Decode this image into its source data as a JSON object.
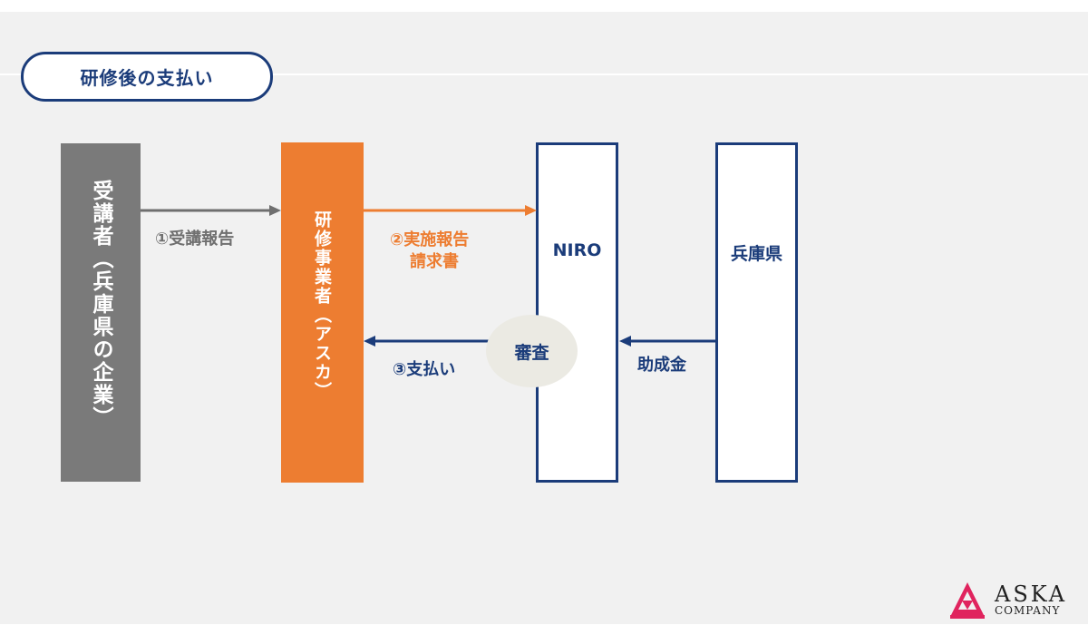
{
  "title": "研修後の支払い",
  "entities": {
    "trainee": "受講者（兵庫県の企業）",
    "provider": "研修事業者（アスカ）",
    "niro": "NIRO",
    "hyogo": "兵庫県"
  },
  "flows": {
    "step1": "①受講報告",
    "step2_line1": "②実施報告",
    "step2_line2": "請求書",
    "step3": "③支払い",
    "subsidy": "助成金",
    "review": "審査"
  },
  "logo": {
    "name": "ASKA",
    "sub": "COMPANY",
    "mark": "ASKA"
  },
  "colors": {
    "navy": "#1b3c7a",
    "orange": "#ed7d31",
    "gray": "#7a7a7a",
    "logo_red": "#e0245e"
  }
}
